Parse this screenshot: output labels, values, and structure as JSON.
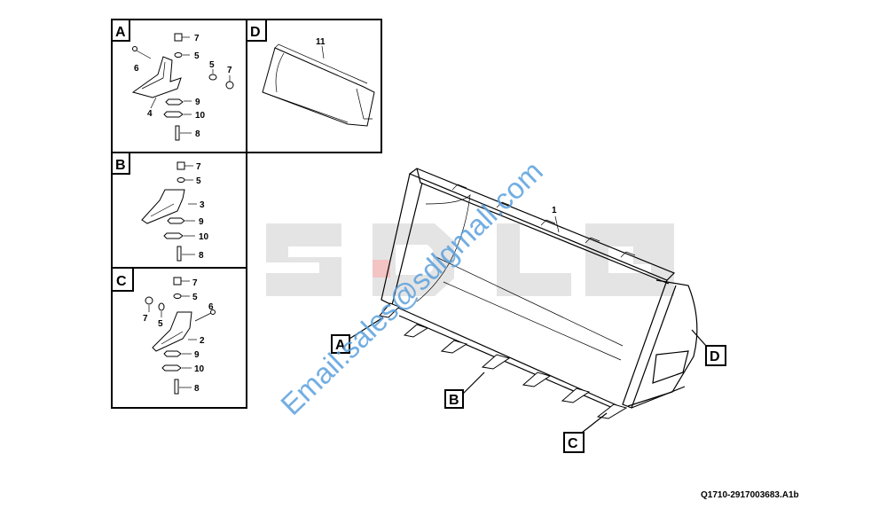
{
  "watermark": {
    "brand": "SDLG",
    "email": "Email:sales@sdlgmall.com"
  },
  "document_id": "Q1710-2917003683.A1b",
  "detail_boxes": [
    {
      "letter": "A",
      "parts": [
        "7",
        "6",
        "5",
        "5",
        "7",
        "4",
        "9",
        "10",
        "8"
      ]
    },
    {
      "letter": "B",
      "parts": [
        "7",
        "5",
        "3",
        "9",
        "10",
        "8"
      ]
    },
    {
      "letter": "C",
      "parts": [
        "7",
        "5",
        "7",
        "5",
        "6",
        "2",
        "9",
        "10",
        "8"
      ]
    },
    {
      "letter": "D",
      "parts": [
        "11"
      ]
    }
  ],
  "main_callouts": [
    "A",
    "B",
    "C",
    "D"
  ],
  "main_part_number": "1"
}
